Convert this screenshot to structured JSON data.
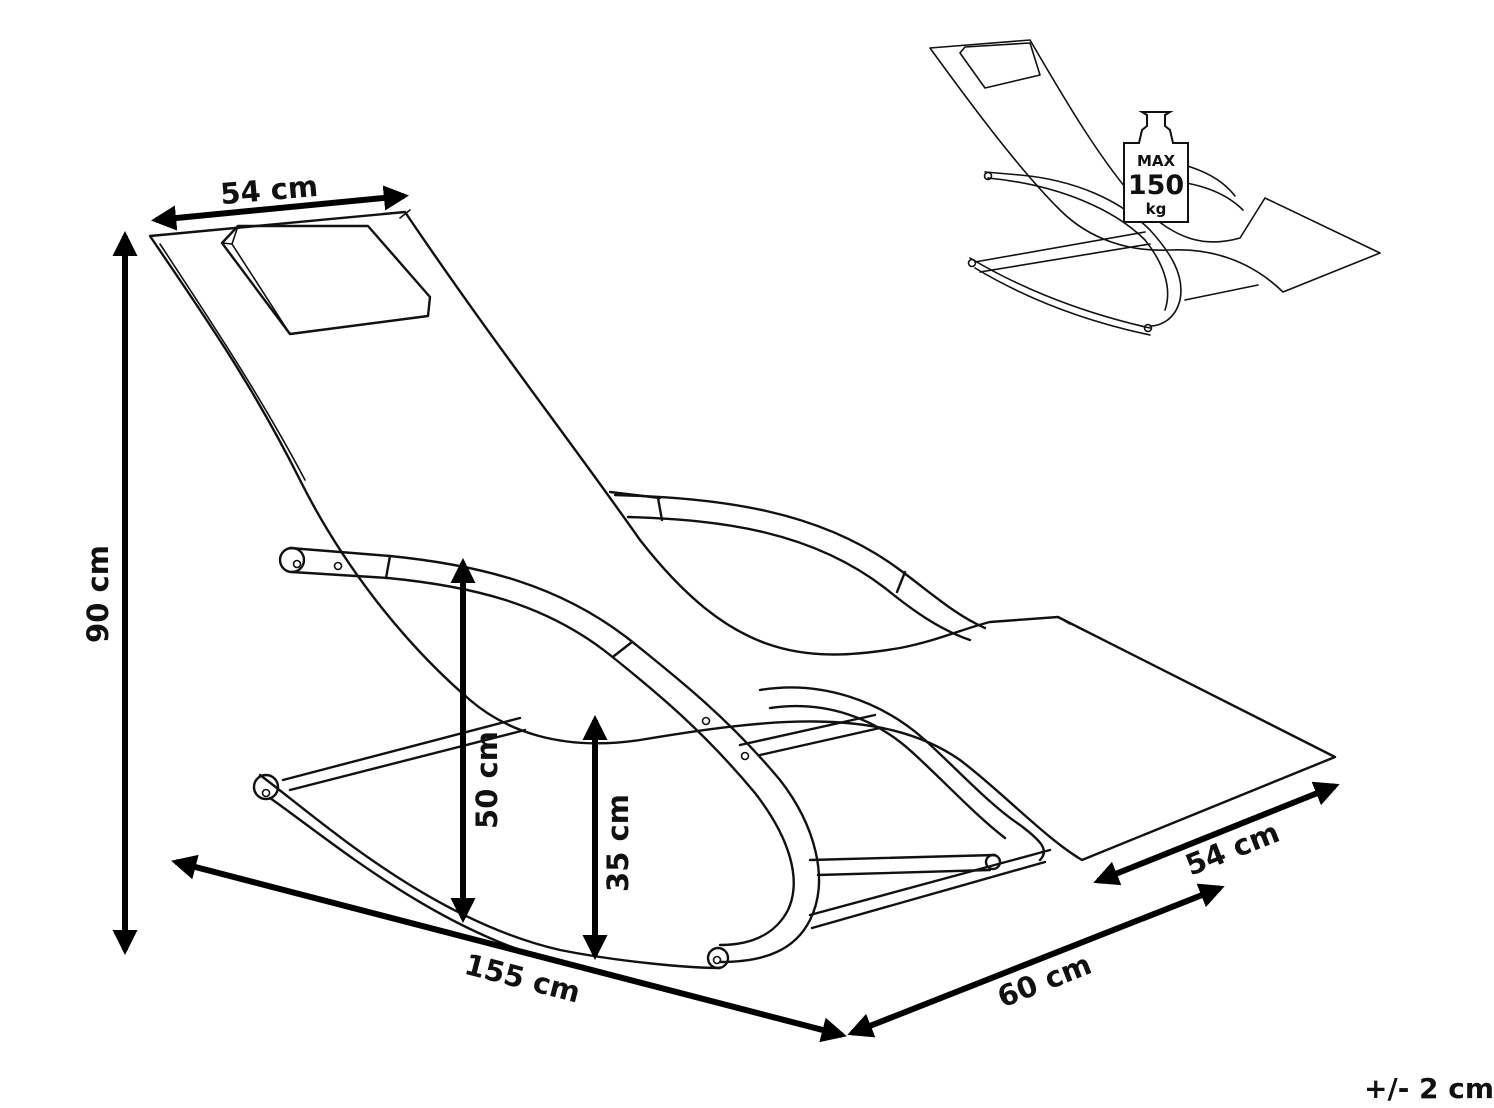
{
  "dimensions": {
    "width_top": "54 cm",
    "height": "90 cm",
    "seat_height": "50 cm",
    "rail_height": "35 cm",
    "length": "155 cm",
    "depth": "60 cm",
    "width_front": "54 cm"
  },
  "weight_badge": {
    "max": "MAX",
    "value": "150",
    "unit": "kg"
  },
  "tolerance": "+/- 2 cm"
}
